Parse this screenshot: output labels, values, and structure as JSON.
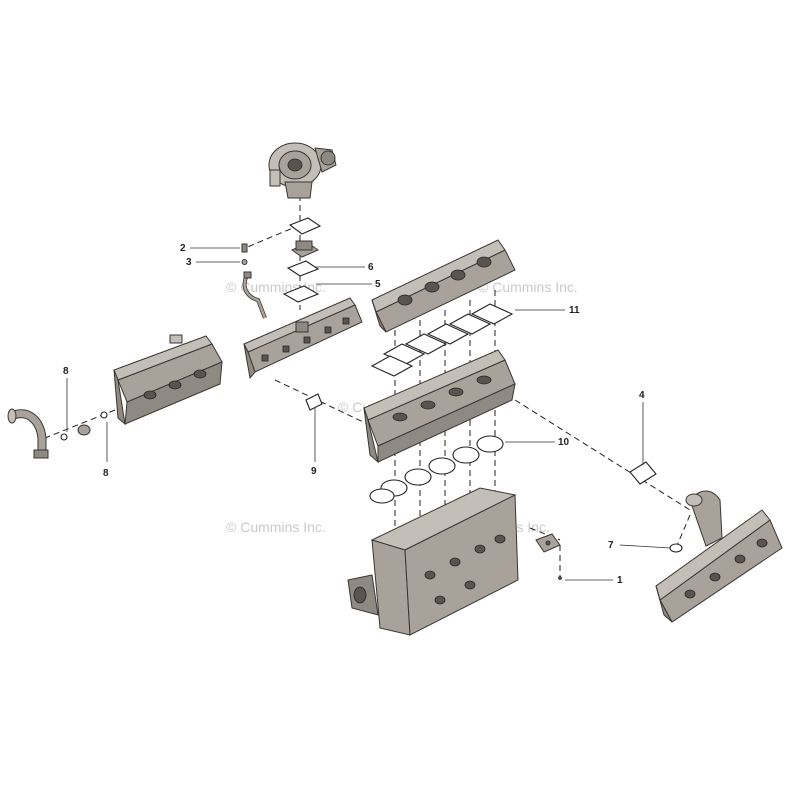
{
  "watermark": "© Cummins Inc.",
  "callouts": {
    "c1": "1",
    "c2": "2",
    "c3": "3",
    "c4": "4",
    "c5": "5",
    "c6": "6",
    "c7": "7",
    "c8a": "8",
    "c8b": "8",
    "c9": "9",
    "c10": "10",
    "c11": "11"
  }
}
